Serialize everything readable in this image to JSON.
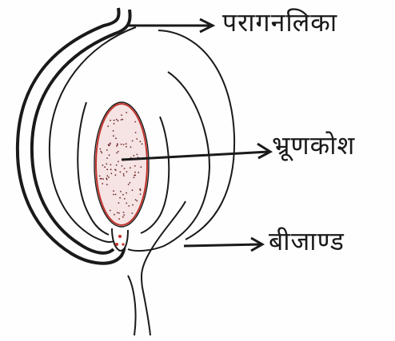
{
  "labels": {
    "pollen_tube": "परागनलिका",
    "embryo_sac": "भ्रूणकोश",
    "ovule": "बीजाण्ड"
  },
  "colors": {
    "ink": "#1a1a1a",
    "embryo_sac_outline": "#c0322b",
    "embryo_sac_fill": "#f3dada",
    "dots": "#6b2a2a"
  }
}
